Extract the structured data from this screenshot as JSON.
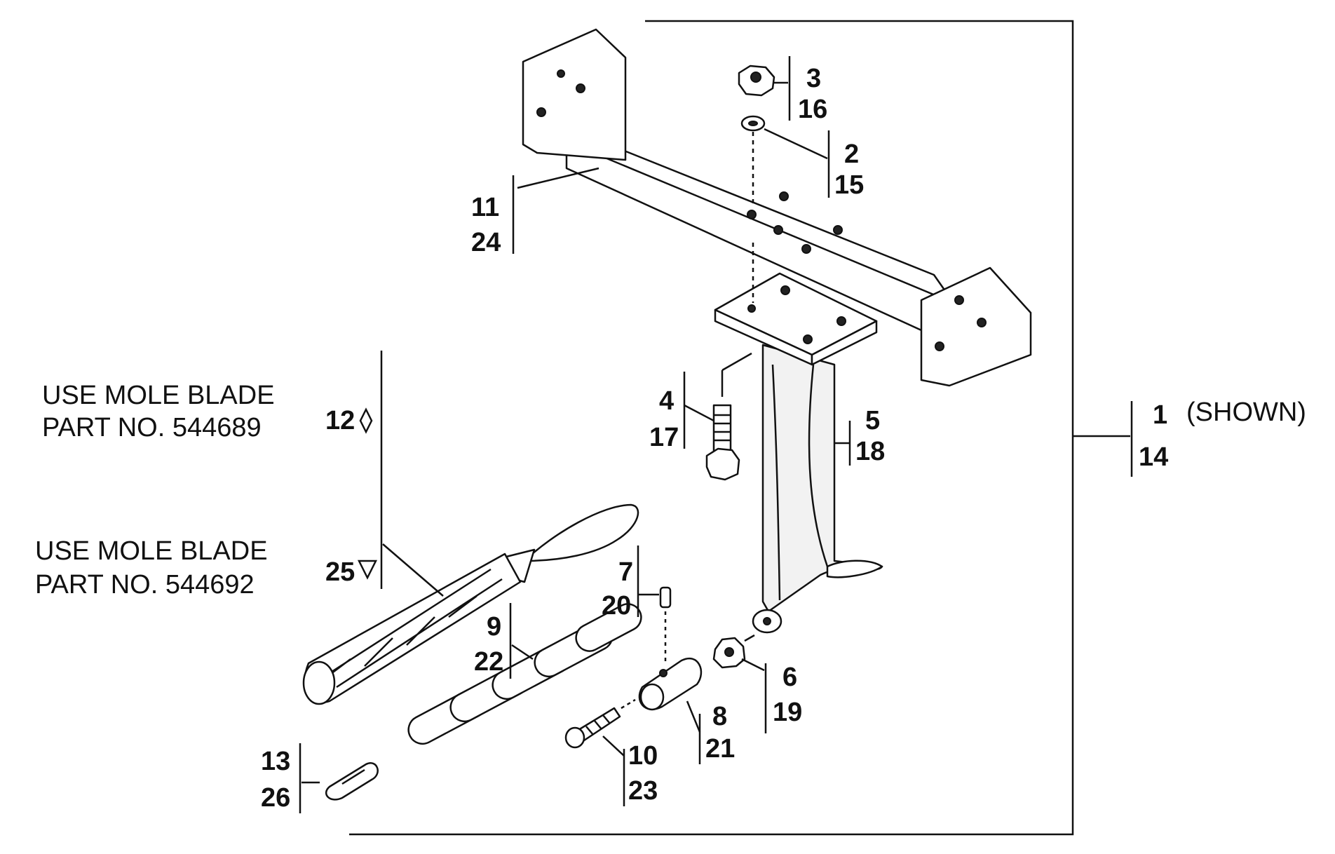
{
  "callouts": {
    "c3": [
      "3",
      "16"
    ],
    "c2": [
      "2",
      "15"
    ],
    "c11": [
      "11",
      "24"
    ],
    "c4": [
      "4",
      "17"
    ],
    "c5": [
      "5",
      "18"
    ],
    "c1": [
      "1",
      "14"
    ],
    "c1_suffix": "(SHOWN)",
    "c12": "12",
    "c25": "25",
    "c7": [
      "7",
      "20"
    ],
    "c9": [
      "9",
      "22"
    ],
    "c6": [
      "6",
      "19"
    ],
    "c8": [
      "8",
      "21"
    ],
    "c10": [
      "10",
      "23"
    ],
    "c13": [
      "13",
      "26"
    ]
  },
  "notes": {
    "mole_12": [
      "USE MOLE BLADE",
      "PART NO. 544689"
    ],
    "mole_25": [
      "USE MOLE BLADE",
      "PART NO. 544692"
    ]
  },
  "symbols": {
    "diamond": "diamond-outline",
    "triangle": "triangle-down-outline"
  }
}
